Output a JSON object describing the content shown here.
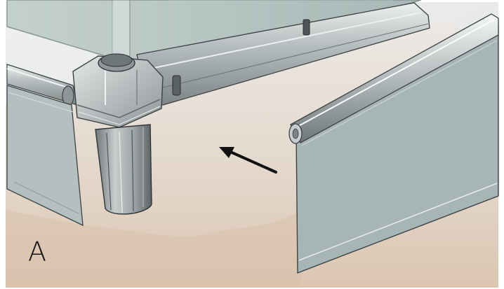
{
  "figure": {
    "panel_label": "A",
    "colors": {
      "background": "#ffffff",
      "wall_light": "#e7e9ea",
      "floor_top": "#e6dfd8",
      "floor_bottom": "#dcc8b4",
      "glass": "#b9c7c5",
      "metal_light": "#d9dddd",
      "metal_mid": "#a9b0b1",
      "metal_dark": "#5f6667",
      "outline": "#3c4243",
      "arrow": "#111111"
    },
    "parts": [
      "glass-enclosure",
      "corner-connector",
      "foot",
      "base-rail",
      "left-skirt-panel",
      "right-skirt-panel",
      "insertion-arrow"
    ]
  }
}
